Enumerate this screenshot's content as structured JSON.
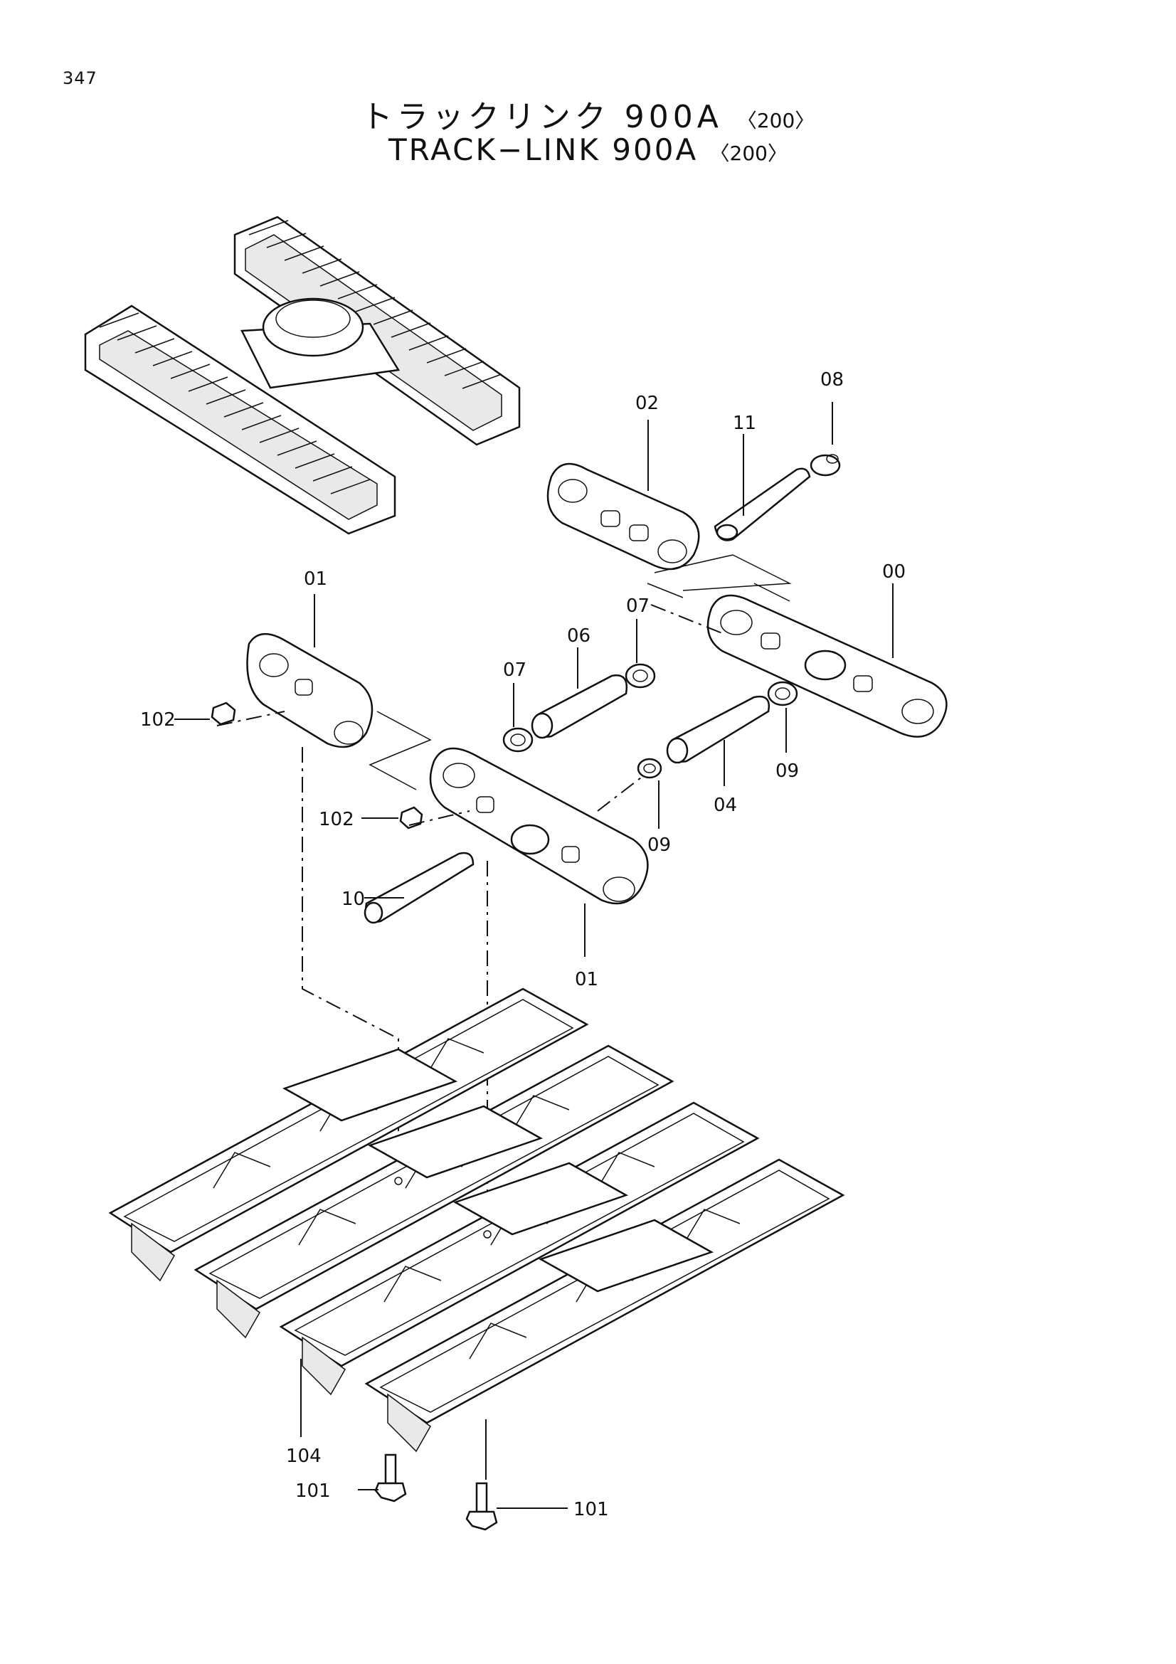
{
  "page_number": "347",
  "title": {
    "jp_main": "トラックリンク 900A",
    "jp_sub": "〈200〉",
    "en_main": "TRACK−LINK 900A",
    "en_sub": "〈200〉"
  },
  "callouts": {
    "c00": "00",
    "c01_top": "01",
    "c01_bottom": "01",
    "c02": "02",
    "c04": "04",
    "c06": "06",
    "c07_left": "07",
    "c07_right": "07",
    "c08": "08",
    "c09_left": "09",
    "c09_right": "09",
    "c10": "10",
    "c11": "11",
    "c101_left": "101",
    "c101_right": "101",
    "c102_upper": "102",
    "c102_lower": "102",
    "c104": "104"
  }
}
